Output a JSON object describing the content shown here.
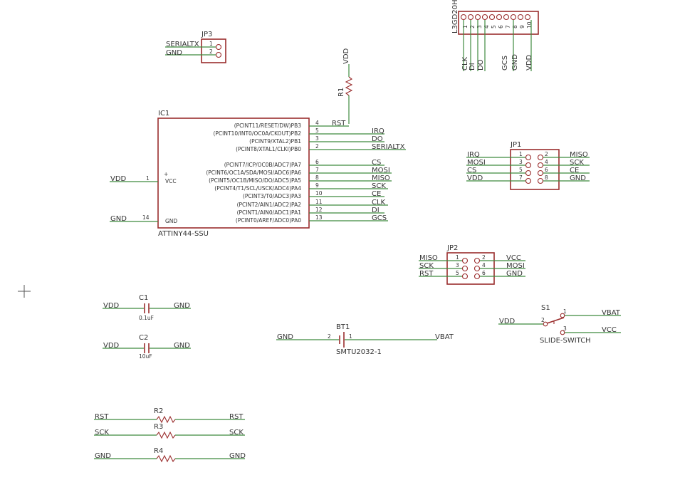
{
  "colors": {
    "symbol": "#9a2d2d",
    "net": "#3f8a3f",
    "text": "#333333",
    "background": "#ffffff"
  },
  "jp3": {
    "name": "JP3",
    "pins": [
      "1",
      "2"
    ],
    "nets": [
      "SERIALTX",
      "GND"
    ]
  },
  "l3g": {
    "name": "L3GD20H",
    "pins": [
      "1",
      "2",
      "3",
      "4",
      "5",
      "6",
      "7",
      "8",
      "9",
      "10"
    ],
    "nets": [
      "CLK",
      "DI",
      "DO",
      "GCS",
      "GND",
      "VDD"
    ]
  },
  "r1": {
    "name": "R1",
    "top_net": "VDD",
    "bottom_net": "RST"
  },
  "ic1": {
    "name": "IC1",
    "value": "ATTINY44-SSU",
    "left_pins": [
      {
        "num": "1",
        "label": "VCC",
        "net": "VDD"
      },
      {
        "num": "14",
        "label": "GND",
        "net": "GND"
      }
    ],
    "right_pins": [
      {
        "num": "4",
        "label": "(PCINT11/RESET/DW)PB3",
        "net": "RST"
      },
      {
        "num": "5",
        "label": "(PCINT10/INT0/OC0A/CKOUT)PB2",
        "net": "IRQ"
      },
      {
        "num": "3",
        "label": "(PCINT9/XTAL2)PB1",
        "net": "DO"
      },
      {
        "num": "2",
        "label": "(PCINT8/XTAL1/CLKI)PB0",
        "net": "SERIALTX"
      },
      {
        "num": "6",
        "label": "(PCINT7/ICP/OC0B/ADC7)PA7",
        "net": "CS"
      },
      {
        "num": "7",
        "label": "(PCINT6/OC1A/SDA/MOSI/ADC6)PA6",
        "net": "MOSI"
      },
      {
        "num": "8",
        "label": "(PCINT5/OC1B/MISO/DO/ADC5)PA5",
        "net": "MISO"
      },
      {
        "num": "9",
        "label": "(PCINT4/T1/SCL/USCK/ADC4)PA4",
        "net": "SCK"
      },
      {
        "num": "10",
        "label": "(PCINT3/T0/ADC3)PA3",
        "net": "CE"
      },
      {
        "num": "11",
        "label": "(PCINT2/AIN1/ADC2)PA2",
        "net": "CLK"
      },
      {
        "num": "12",
        "label": "(PCINT1/AIN0/ADC1)PA1",
        "net": "DI"
      },
      {
        "num": "13",
        "label": "(PCINT0/AREF/ADC0)PA0",
        "net": "GCS"
      }
    ]
  },
  "jp1": {
    "name": "JP1",
    "left": [
      {
        "num": "1",
        "net": "IRQ"
      },
      {
        "num": "3",
        "net": "MOSI"
      },
      {
        "num": "5",
        "net": "CS"
      },
      {
        "num": "7",
        "net": "VDD"
      }
    ],
    "right": [
      {
        "num": "2",
        "net": "MISO"
      },
      {
        "num": "4",
        "net": "SCK"
      },
      {
        "num": "6",
        "net": "CE"
      },
      {
        "num": "8",
        "net": "GND"
      }
    ]
  },
  "jp2": {
    "name": "JP2",
    "left": [
      {
        "num": "1",
        "net": "MISO"
      },
      {
        "num": "3",
        "net": "SCK"
      },
      {
        "num": "5",
        "net": "RST"
      }
    ],
    "right": [
      {
        "num": "2",
        "net": "VCC"
      },
      {
        "num": "4",
        "net": "MOSI"
      },
      {
        "num": "6",
        "net": "GND"
      }
    ]
  },
  "c1": {
    "name": "C1",
    "value": "0.1uF",
    "left_net": "VDD",
    "right_net": "GND"
  },
  "c2": {
    "name": "C2",
    "value": "10uF",
    "left_net": "VDD",
    "right_net": "GND"
  },
  "bt1": {
    "name": "BT1",
    "value": "SMTU2032-1",
    "pin_left": "2",
    "pin_right": "1",
    "left_net": "GND",
    "right_net": "VBAT"
  },
  "s1": {
    "name": "S1",
    "value": "SLIDE-SWITCH",
    "pin_common": "2",
    "pin_top": "1",
    "pin_bottom": "3",
    "common_net": "VDD",
    "top_net": "VBAT",
    "bottom_net": "VCC"
  },
  "r2": {
    "name": "R2",
    "left_net": "RST",
    "right_net": "RST"
  },
  "r3": {
    "name": "R3",
    "left_net": "SCK",
    "right_net": "SCK"
  },
  "r4": {
    "name": "R4",
    "left_net": "GND",
    "right_net": "GND"
  }
}
